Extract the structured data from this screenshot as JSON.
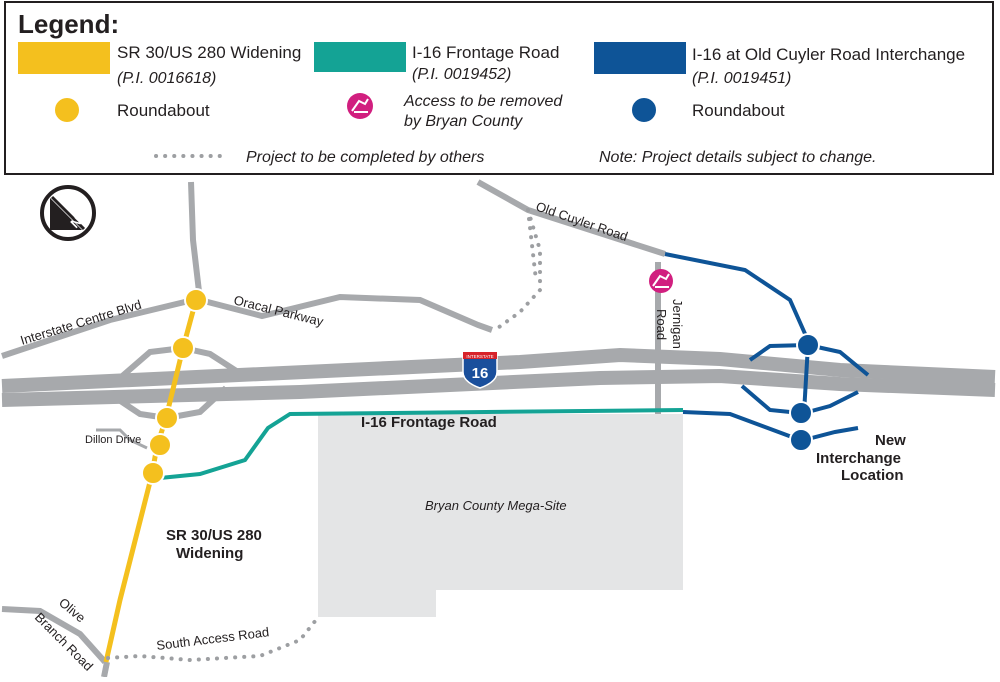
{
  "legend": {
    "title": "Legend:",
    "items": [
      {
        "label": "SR 30/US 280 Widening",
        "pi": "(P.I. 0016618)",
        "color": "#f4c01e"
      },
      {
        "label": "I-16 Frontage Road",
        "pi": "(P.I. 0019452)",
        "color": "#14a395"
      },
      {
        "label": "I-16 at Old Cuyler Road Interchange",
        "pi": "(P.I. 0019451)",
        "color": "#0e5497"
      }
    ],
    "roundabout_yellow": "Roundabout",
    "access_removed_line1": "Access to be removed",
    "access_removed_line2": "by Bryan County",
    "roundabout_blue": "Roundabout",
    "others": "Project to be completed by others",
    "note": "Note: Project details subject to change.",
    "access_color": "#d11f7f",
    "dotted_color": "#9d9fa2"
  },
  "map": {
    "road_color": "#a7a9ac",
    "site_color": "#e4e5e6",
    "north_arrow_letter": "N",
    "interstate_shield_top": "INTERSTATE",
    "interstate_shield_number": "16",
    "labels": {
      "old_cuyler_road": "Old Cuyler Road",
      "interstate_centre_blvd": "Interstate Centre Blvd",
      "oracal_parkway": "Oracal Parkway",
      "jernigan_road_1": "Jernigan",
      "jernigan_road_2": "Road",
      "dillon_drive": "Dillon Drive",
      "frontage_road": "I-16 Frontage Road",
      "mega_site": "Bryan County Mega-Site",
      "widening_1": "SR 30/US 280",
      "widening_2": "Widening",
      "new_interchange_1": "New",
      "new_interchange_2": "Interchange",
      "new_interchange_3": "Location",
      "olive_branch_1": "Olive",
      "olive_branch_2": "Branch Road",
      "south_access_road": "South Access Road"
    }
  }
}
